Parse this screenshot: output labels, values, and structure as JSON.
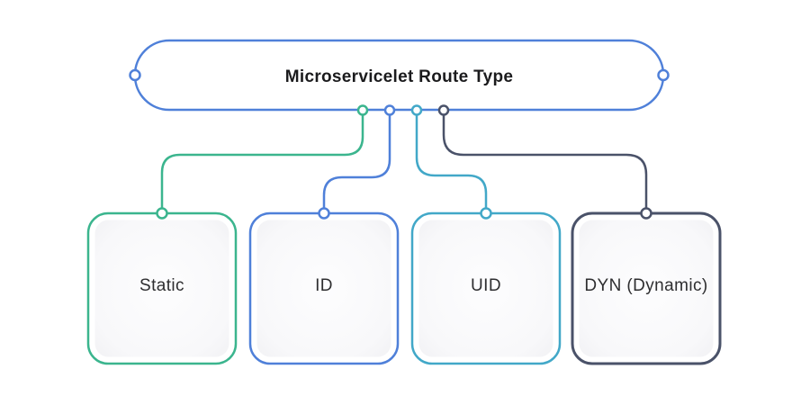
{
  "diagram": {
    "background_color": "#ffffff",
    "root_node": {
      "id": "root",
      "label": "Microservicelet Route Type",
      "border_color": "#4F80D9",
      "text_color": "#1b1b1d",
      "fill_color": "#ffffff"
    },
    "child_nodes": [
      {
        "id": "static",
        "label": "Static",
        "border_color": "#3BB58E"
      },
      {
        "id": "id",
        "label": "ID",
        "border_color": "#4F80D9"
      },
      {
        "id": "uid",
        "label": "UID",
        "border_color": "#42A8C8"
      },
      {
        "id": "dyn",
        "label": "DYN (Dynamic)",
        "border_color": "#4A5269"
      }
    ],
    "child_text_color": "#2e2e30",
    "child_fill_center": "#fdfdfe",
    "child_fill_mid": "#f8f8fa",
    "child_fill_edge": "#f0f0f3",
    "port_fill": "#ffffff",
    "edges": [
      {
        "from": "root",
        "to": "static",
        "color": "#3BB58E"
      },
      {
        "from": "root",
        "to": "id",
        "color": "#4F80D9"
      },
      {
        "from": "root",
        "to": "uid",
        "color": "#42A8C8"
      },
      {
        "from": "root",
        "to": "dyn",
        "color": "#4A5269"
      }
    ]
  }
}
